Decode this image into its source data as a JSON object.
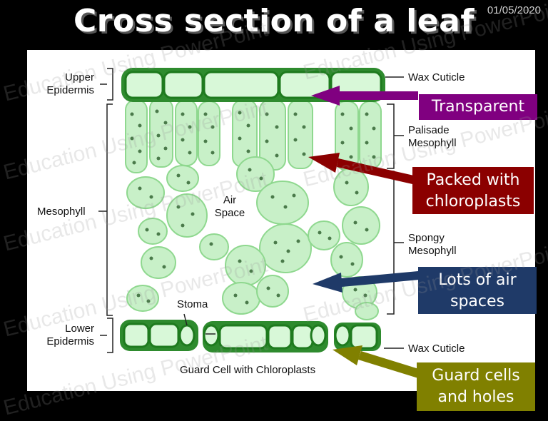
{
  "slide": {
    "title": "Cross section of a leaf",
    "date": "01/05/2020",
    "watermark": "Education Using PowerPoint"
  },
  "labels": {
    "upper_epidermis": [
      "Upper",
      "Epidermis"
    ],
    "mesophyll": "Mesophyll",
    "lower_epidermis": [
      "Lower",
      "Epidermis"
    ],
    "wax_cuticle_top": "Wax Cuticle",
    "palisade_mesophyll": [
      "Palisade",
      "Mesophyll"
    ],
    "spongy_mesophyll": [
      "Spongy",
      "Mesophyll"
    ],
    "wax_cuticle_bottom": "Wax Cuticle",
    "air_space": [
      "Air",
      "Space"
    ],
    "stoma": "Stoma",
    "guard_cell": "Guard Cell with Chloroplasts"
  },
  "callouts": [
    {
      "id": "transparent",
      "lines": [
        "Transparent"
      ],
      "color": "#800080"
    },
    {
      "id": "chloroplasts",
      "lines": [
        "Packed with",
        "chloroplasts"
      ],
      "color": "#8b0000"
    },
    {
      "id": "air",
      "lines": [
        "Lots of air",
        "spaces"
      ],
      "color": "#1f3a68"
    },
    {
      "id": "guard",
      "lines": [
        "Guard cells",
        "and holes"
      ],
      "color": "#808000"
    }
  ],
  "colors": {
    "cell_fill": "#c8f0c8",
    "cell_stroke": "#7fcf7f",
    "epidermis_fill": "#d8f8d8",
    "epidermis_stroke": "#1e7a1e",
    "chloroplast": "#4a7a4a"
  }
}
